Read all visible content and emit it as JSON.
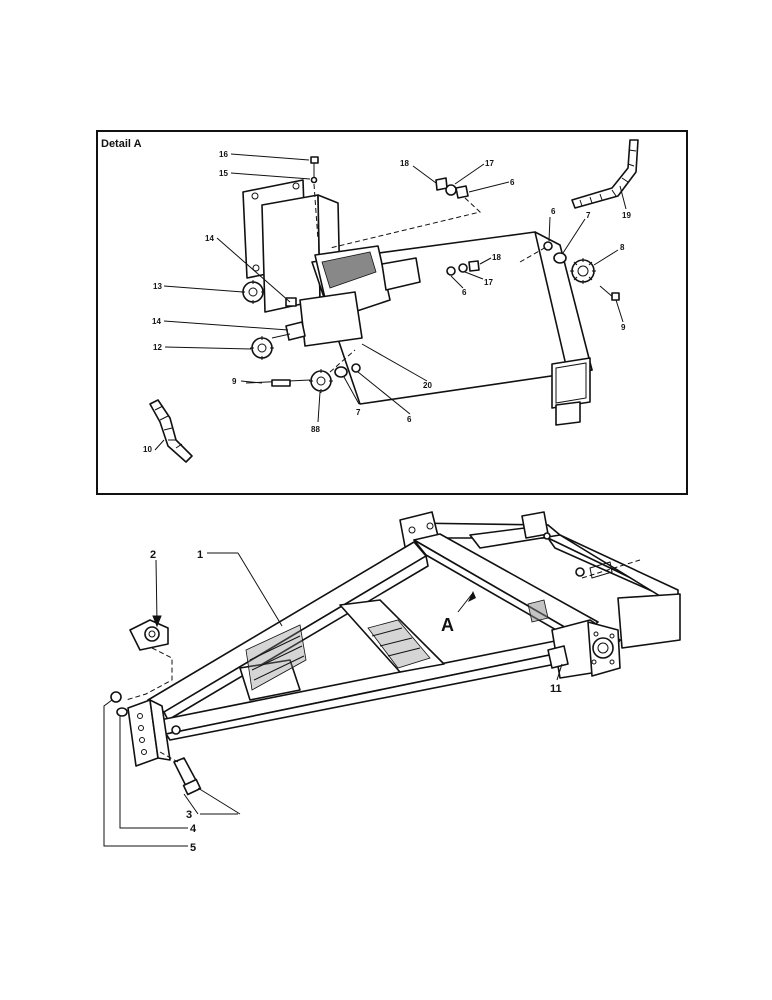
{
  "detail": {
    "title": "Detail A",
    "labels": {
      "p16": "16",
      "p15": "15",
      "p18a": "18",
      "p17a": "17",
      "p6a": "6",
      "p19": "19",
      "p14a": "14",
      "p6b": "6",
      "p7a": "7",
      "p8": "8",
      "p18b": "18",
      "p6c": "6",
      "p17b": "17",
      "p13": "13",
      "p14b": "14",
      "p9a": "9",
      "p12": "12",
      "p9b": "9",
      "p20": "20",
      "p88": "88",
      "p7b": "7",
      "p6d": "6",
      "p10": "10"
    }
  },
  "main": {
    "view_marker": "A",
    "labels": {
      "p2": "2",
      "p1": "1",
      "p11": "11",
      "p3": "3",
      "p4": "4",
      "p5": "5"
    }
  }
}
